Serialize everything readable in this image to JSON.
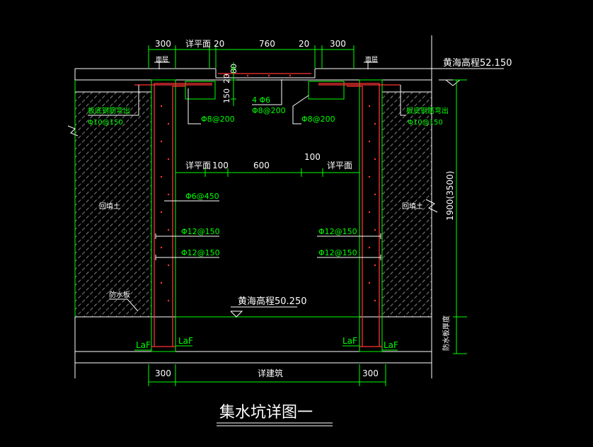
{
  "drawing": {
    "title": "集水坑详图一",
    "colors": {
      "background": "#000000",
      "outline": "#ffffff",
      "dimension": "#00ff00",
      "rebar": "#ff3333",
      "leader": "#ffffff"
    },
    "top_dimensions": [
      "300",
      "详平面",
      "20",
      "760",
      "20",
      "300"
    ],
    "top_labels": {
      "surface_left": "面层",
      "surface_right": "面层",
      "elev_top": "黄海高程52.150",
      "slab_80": "80",
      "slab_20": "20",
      "slab_150": "150",
      "rebar_4phi6": "4 Φ6",
      "rebar_phi8_mid": "Φ8@200",
      "rebar_phi8_left": "Φ8@200",
      "rebar_phi8_right": "Φ8@200"
    },
    "side_labels": {
      "left_wall_note": "板底钢筋弯出",
      "left_wall_rebar": "Φ10@150",
      "right_wall_note": "板底钢筋弯出",
      "right_wall_rebar": "Φ10@150",
      "backfill_left": "回填土",
      "backfill_right": "回填土",
      "waterproof": "防水板",
      "height_dim": "1900(3500)",
      "raft_dim": "防水板厚度"
    },
    "mid_dimensions": [
      "详平面",
      "100",
      "600",
      "100",
      "详平面"
    ],
    "inner_rebar": {
      "phi6": "Φ6@450",
      "l1": "Φ12@150",
      "l2": "Φ12@150",
      "r1": "Φ12@150",
      "r2": "Φ12@150"
    },
    "bottom": {
      "elev": "黄海高程50.250",
      "laf_1": "LaF",
      "laf_2": "LaF",
      "laf_3": "LaF",
      "laf_4": "LaF",
      "dims": [
        "300",
        "详建筑",
        "300"
      ]
    }
  }
}
